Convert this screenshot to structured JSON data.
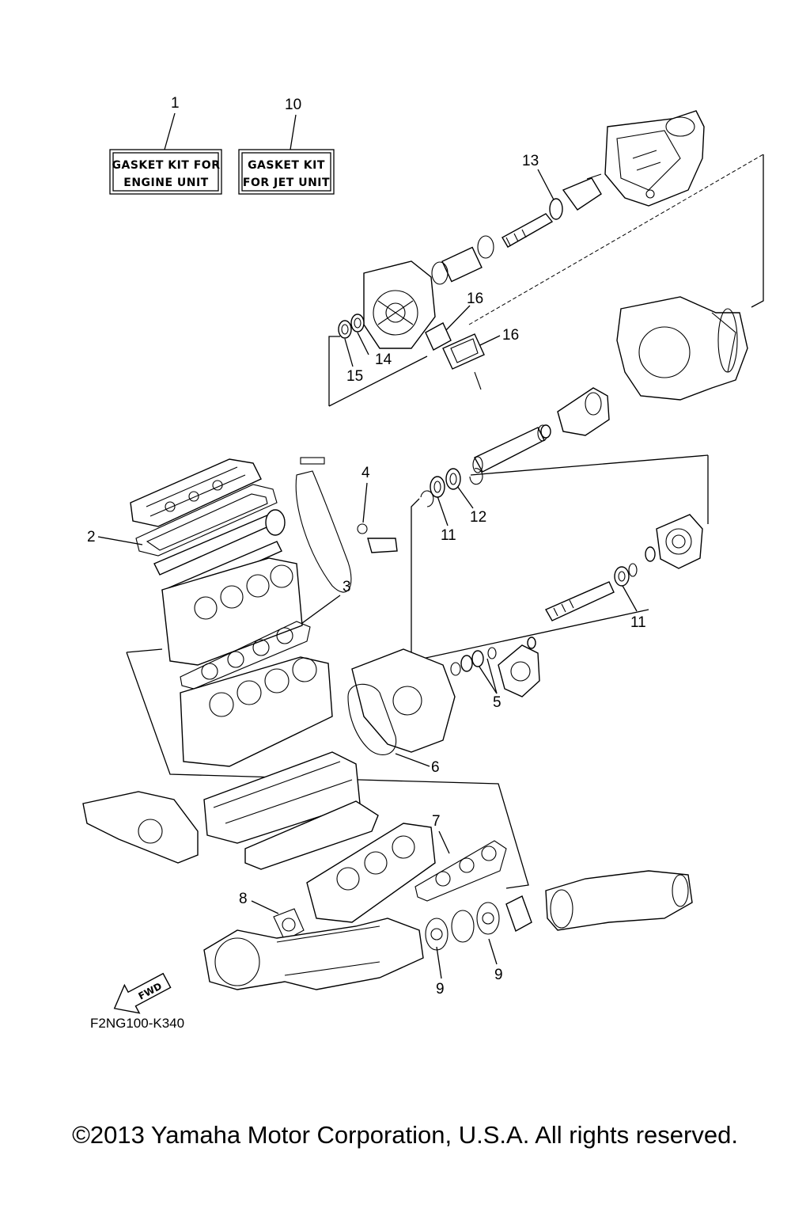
{
  "boxes": {
    "engine_kit": {
      "line1": "GASKET KIT FOR",
      "line2": "ENGINE UNIT"
    },
    "jet_kit": {
      "line1": "GASKET KIT",
      "line2": "FOR JET UNIT"
    }
  },
  "callouts": {
    "c1": "1",
    "c10": "10",
    "c13": "13",
    "c16a": "16",
    "c16b": "16",
    "c14": "14",
    "c15": "15",
    "c4": "4",
    "c2": "2",
    "c3": "3",
    "c11a": "11",
    "c12": "12",
    "c11b": "11",
    "c5": "5",
    "c6": "6",
    "c7": "7",
    "c8": "8",
    "c9a": "9",
    "c9b": "9"
  },
  "fwd_label": "FWD",
  "diagram_code": "F2NG100-K340",
  "copyright": "©2013 Yamaha Motor Corporation, U.S.A. All rights reserved."
}
